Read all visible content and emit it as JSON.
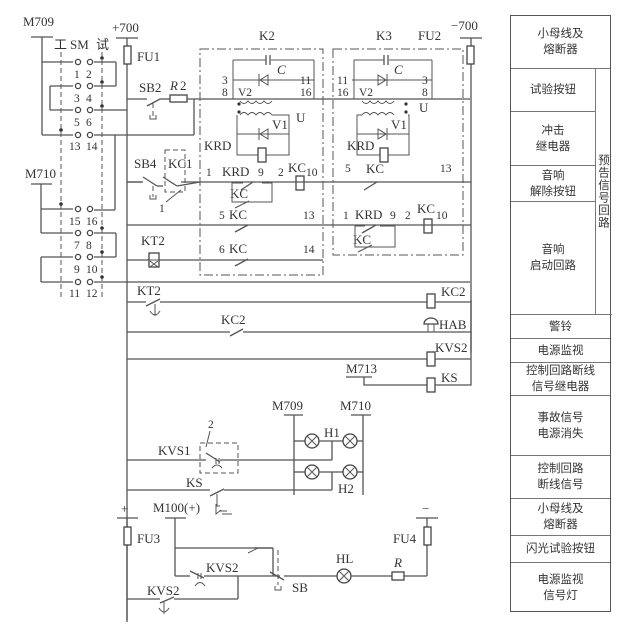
{
  "diagram": {
    "buses": {
      "m709": "M709",
      "m710": "M710",
      "plus700": "+700",
      "minus700": "−700",
      "m713": "M713",
      "m709b": "M709",
      "m710b": "M710",
      "plus": "+",
      "minus": "−",
      "m100": "M100(+)"
    },
    "switch_sm": {
      "label": "SM",
      "pos_work": "工",
      "pos_test": "试",
      "contacts": [
        "1",
        "2",
        "3",
        "4",
        "5",
        "6",
        "13",
        "14",
        "15",
        "16",
        "7",
        "8",
        "9",
        "10",
        "11",
        "12"
      ]
    },
    "components": {
      "fu1": "FU1",
      "fu2": "FU2",
      "fu3": "FU3",
      "fu4": "FU4",
      "sb2": "SB2",
      "r2_letter": "R",
      "r2_num": "2",
      "sb4": "SB4",
      "kc1": "KC1",
      "kc1_pin": "1",
      "kt2_coil": "KT2",
      "kt2_contact": "KT2",
      "kc2_contact": "KC2",
      "kc2_coil": "KC2",
      "hab": "HAB",
      "kvs2_coil": "KVS2",
      "ks_coil": "KS",
      "kvs1": "KVS1",
      "kvs1_pin": "2",
      "ks_contact": "KS",
      "h1": "H1",
      "h2": "H2",
      "kvs2_a": "KVS2",
      "kvs2_b": "KVS2",
      "sb": "SB",
      "hl": "HL",
      "r": "R"
    },
    "k2": {
      "label": "K2",
      "c": "C",
      "v2": "V2",
      "v1": "V1",
      "u": "U",
      "krd": "KRD",
      "pin3": "3",
      "pin8": "8",
      "pin11": "11",
      "pin16": "16",
      "row1": {
        "p1": "1",
        "krd": "KRD",
        "p9": "9",
        "p2": "2",
        "kc": "KC",
        "p10": "10",
        "kc_sub": "KC"
      },
      "row2": {
        "p5": "5",
        "kc": "KC",
        "p13": "13"
      },
      "row3": {
        "p6": "6",
        "kc": "KC",
        "p14": "14"
      }
    },
    "k3": {
      "label": "K3",
      "c": "C",
      "v2": "V2",
      "v1": "V1",
      "u": "U",
      "krd": "KRD",
      "pin11": "11",
      "pin16": "16",
      "pin3": "3",
      "pin8": "8",
      "row1": {
        "p5": "5",
        "kc": "KC",
        "p13": "13"
      },
      "row2": {
        "p1": "1",
        "krd": "KRD",
        "p9": "9",
        "p2": "2",
        "kc": "KC",
        "p10": "10",
        "kc_sub": "KC"
      }
    }
  },
  "legend": {
    "rows": [
      {
        "text": "小母线及\n熔断器"
      },
      {
        "text": "试验按钮"
      },
      {
        "text": "冲击\n继电器"
      },
      {
        "text": "音响\n解除按钮"
      },
      {
        "text": "音响\n启动回路"
      },
      {
        "text": "警铃"
      },
      {
        "text": "电源监视"
      },
      {
        "text": "控制回路断线\n信号继电器"
      },
      {
        "text": "事故信号\n电源消失"
      },
      {
        "text": "控制回路\n断线信号"
      },
      {
        "text": "小母线及\n熔断器"
      },
      {
        "text": "闪光试验按钮"
      },
      {
        "text": "电源监视\n信号灯"
      }
    ],
    "group_label": "预告信号回路"
  }
}
